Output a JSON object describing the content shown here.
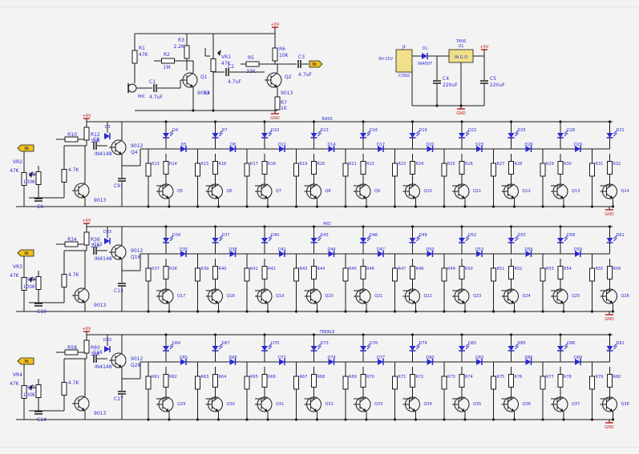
{
  "amp": {
    "vcc": "+6V",
    "gnd": "GND",
    "out_flag": "IN",
    "mic": "MIC",
    "labels": [
      "R1",
      "47K",
      "R3",
      "2.2K",
      "R2",
      "R4",
      "1M",
      "C1",
      "4.7uF",
      "Q1",
      "9013",
      "VR1",
      "47K",
      "R5",
      "33K",
      "C2",
      "4.7uF",
      "C3",
      "4.7uF",
      "Q2",
      "9013",
      "R6",
      "10K",
      "R7",
      "1K"
    ]
  },
  "psu": {
    "in_label": "9V-15V",
    "jack": "J1",
    "plug": "CON2",
    "diode": "D1",
    "diode_part": "IN4007",
    "reg": "U1",
    "reg_part": "7806",
    "pins": "IN G O",
    "c1": "C4",
    "c1_val": "220uF",
    "c2": "C5",
    "c2_val": "220uF",
    "vcc": "+6V",
    "gnd": "GND"
  },
  "rows": [
    {
      "title": "BASS",
      "vcc": "+6V",
      "gnd": "GND",
      "in_flag": "IN",
      "front": [
        "VR2",
        "47K",
        "R9",
        "100K",
        "R10",
        "R11",
        "4.7K",
        "R12",
        "10K",
        "C6",
        "C7",
        "C8",
        "C9",
        "Q3",
        "Q4",
        "9013",
        "9012",
        "D3",
        "IN4148"
      ],
      "leds": [
        "D4",
        "D7",
        "D10",
        "D13",
        "D16",
        "D19",
        "D22",
        "D25",
        "D28",
        "D31"
      ],
      "diodes": [
        "D5",
        "D8",
        "D11",
        "D14",
        "D17",
        "D20",
        "D23",
        "D26",
        "D29"
      ],
      "res_top": [
        "R13",
        "R15",
        "R17",
        "R19",
        "R21",
        "R23",
        "R25",
        "R27",
        "R29",
        "R31"
      ],
      "res_bot": [
        "R14",
        "R16",
        "R18",
        "R20",
        "R22",
        "R24",
        "R26",
        "R28",
        "R30",
        "R32"
      ],
      "q": [
        "Q5",
        "Q6",
        "Q7",
        "Q8",
        "Q9",
        "Q10",
        "Q11",
        "Q12",
        "Q13",
        "Q14"
      ]
    },
    {
      "title": "MID",
      "vcc": "+6V",
      "gnd": "GND",
      "in_flag": "IN",
      "front": [
        "VR3",
        "47K",
        "R33",
        "100K",
        "R34",
        "R35",
        "4.7K",
        "R36",
        "22K",
        "C10",
        "C11",
        "C12",
        "C13",
        "Q15",
        "Q16",
        "9013",
        "9012",
        "D33",
        "IN4148"
      ],
      "leds": [
        "D34",
        "D37",
        "D40",
        "D43",
        "D46",
        "D49",
        "D52",
        "D55",
        "D58",
        "D61"
      ],
      "diodes": [
        "D35",
        "D38",
        "D41",
        "D44",
        "D47",
        "D50",
        "D53",
        "D56",
        "D59"
      ],
      "res_top": [
        "R37",
        "R39",
        "R41",
        "R43",
        "R45",
        "R47",
        "R49",
        "R51",
        "R53",
        "R55"
      ],
      "res_bot": [
        "R38",
        "R40",
        "R42",
        "R44",
        "R46",
        "R48",
        "R50",
        "R52",
        "R54",
        "R56"
      ],
      "q": [
        "Q17",
        "Q18",
        "Q19",
        "Q20",
        "Q21",
        "Q22",
        "Q23",
        "Q24",
        "Q25",
        "Q26"
      ]
    },
    {
      "title": "TREBLE",
      "vcc": "+6V",
      "gnd": "GND",
      "in_flag": "IN",
      "front": [
        "VR4",
        "47K",
        "R57",
        "100K",
        "R58",
        "R59",
        "4.7K",
        "R60",
        "10K",
        "C14",
        "C15",
        "C16",
        "C17",
        "Q27",
        "Q28",
        "9013",
        "9012",
        "D63",
        "IN4148"
      ],
      "leds": [
        "D64",
        "D67",
        "D70",
        "D73",
        "D76",
        "D79",
        "D82",
        "D85",
        "D88",
        "D91"
      ],
      "diodes": [
        "D65",
        "D68",
        "D71",
        "D74",
        "D77",
        "D80",
        "D83",
        "D86",
        "D89"
      ],
      "res_top": [
        "R61",
        "R63",
        "R65",
        "R67",
        "R69",
        "R71",
        "R73",
        "R75",
        "R77",
        "R79"
      ],
      "res_bot": [
        "R62",
        "R64",
        "R66",
        "R68",
        "R70",
        "R72",
        "R74",
        "R76",
        "R78",
        "R80"
      ],
      "q": [
        "Q29",
        "Q30",
        "Q31",
        "Q32",
        "Q33",
        "Q34",
        "Q35",
        "Q36",
        "Q37",
        "Q38"
      ]
    }
  ],
  "colors": {
    "wire": "#1a1a1a",
    "part": "#2a2ad0",
    "label": "#2a2ad0",
    "power": "#c02020",
    "flag": "#f0c020",
    "bg": "#f3f3f3"
  }
}
